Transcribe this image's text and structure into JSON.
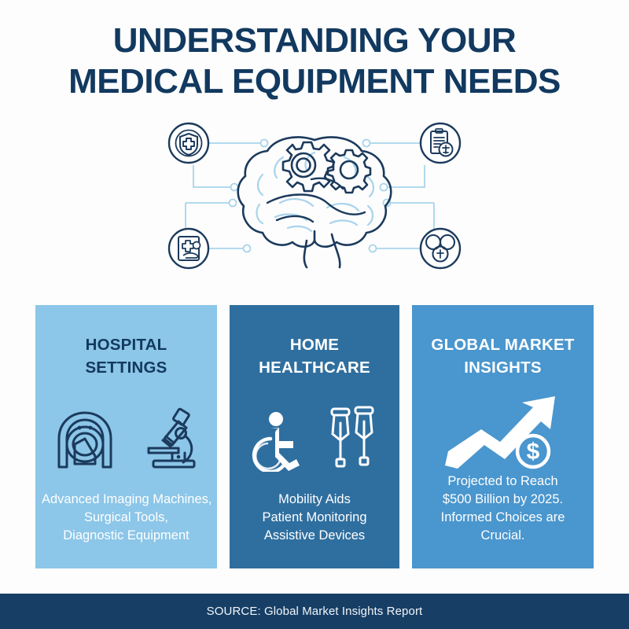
{
  "title": {
    "line1": "UNDERSTANDING YOUR",
    "line2": "MEDICAL EQUIPMENT NEEDS",
    "color": "#12395f"
  },
  "diagram": {
    "center_icon": "brain-with-gears-icon",
    "nodes": [
      {
        "id": "top-left",
        "icon": "shield-medical-cross-icon"
      },
      {
        "id": "top-right",
        "icon": "clipboard-medical-report-icon"
      },
      {
        "id": "bottom-left",
        "icon": "medical-card-hand-icon"
      },
      {
        "id": "bottom-right",
        "icon": "molecule-cell-icon"
      }
    ],
    "line_color": "#a8d4ec",
    "stroke_color": "#1b3a5c"
  },
  "panels": [
    {
      "id": "hospital-settings",
      "heading_line1": "HOSPITAL",
      "heading_line2": "SETTINGS",
      "background": "#8cc6e8",
      "heading_color": "#13395e",
      "body_color": "#ffffff",
      "icons": [
        "mri-scanner-icon",
        "microscope-icon"
      ],
      "body": [
        "Advanced Imaging Machines,",
        "Surgical Tools,",
        "Diagnostic Equipment"
      ]
    },
    {
      "id": "home-healthcare",
      "heading_line1": "HOME",
      "heading_line2": "HEALTHCARE",
      "background": "#2f6f9f",
      "heading_color": "#ffffff",
      "body_color": "#ffffff",
      "icons": [
        "wheelchair-icon",
        "crutches-icon"
      ],
      "body": [
        "Mobility Aids",
        "Patient Monitoring",
        "Assistive Devices"
      ]
    },
    {
      "id": "global-market-insights",
      "heading_line1": "GLOBAL MARKET",
      "heading_line2": "INSIGHTS",
      "background": "#4a96ce",
      "heading_color": "#ffffff",
      "body_color": "#ffffff",
      "icons": [
        "growth-arrow-icon",
        "dollar-coin-icon"
      ],
      "body": [
        "Projected to Reach",
        "$500 Billion by 2025.",
        "Informed Choices are",
        "Crucial."
      ]
    }
  ],
  "footer": {
    "text": "SOURCE: Global Market Insights Report",
    "background": "#173f66",
    "color": "#f2f5f8"
  }
}
